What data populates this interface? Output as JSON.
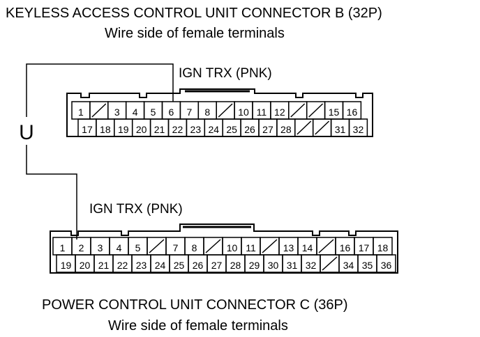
{
  "connector_b": {
    "title": "KEYLESS ACCESS CONTROL UNIT CONNECTOR B (32P)",
    "subtitle": "Wire side of female terminals",
    "wire_label": "IGN TRX (PNK)",
    "wire_terminal": "6",
    "row1": [
      "1",
      "/",
      "3",
      "4",
      "5",
      "6",
      "7",
      "8",
      "/",
      "10",
      "11",
      "12",
      "/",
      "/",
      "15",
      "16"
    ],
    "row2": [
      "17",
      "18",
      "19",
      "20",
      "21",
      "22",
      "23",
      "24",
      "25",
      "26",
      "27",
      "28",
      "/",
      "/",
      "31",
      "32"
    ]
  },
  "connector_c": {
    "title": "POWER CONTROL UNIT CONNECTOR C (36P)",
    "subtitle": "Wire side of female terminals",
    "wire_label": "IGN TRX (PNK)",
    "wire_terminal": "2",
    "row1": [
      "1",
      "2",
      "3",
      "4",
      "5",
      "/",
      "7",
      "8",
      "/",
      "10",
      "11",
      "/",
      "13",
      "14",
      "/",
      "16",
      "17",
      "18"
    ],
    "row2": [
      "19",
      "20",
      "21",
      "22",
      "23",
      "24",
      "25",
      "26",
      "27",
      "28",
      "29",
      "30",
      "31",
      "32",
      "/",
      "34",
      "35",
      "36"
    ]
  },
  "continuity_symbol": "U"
}
